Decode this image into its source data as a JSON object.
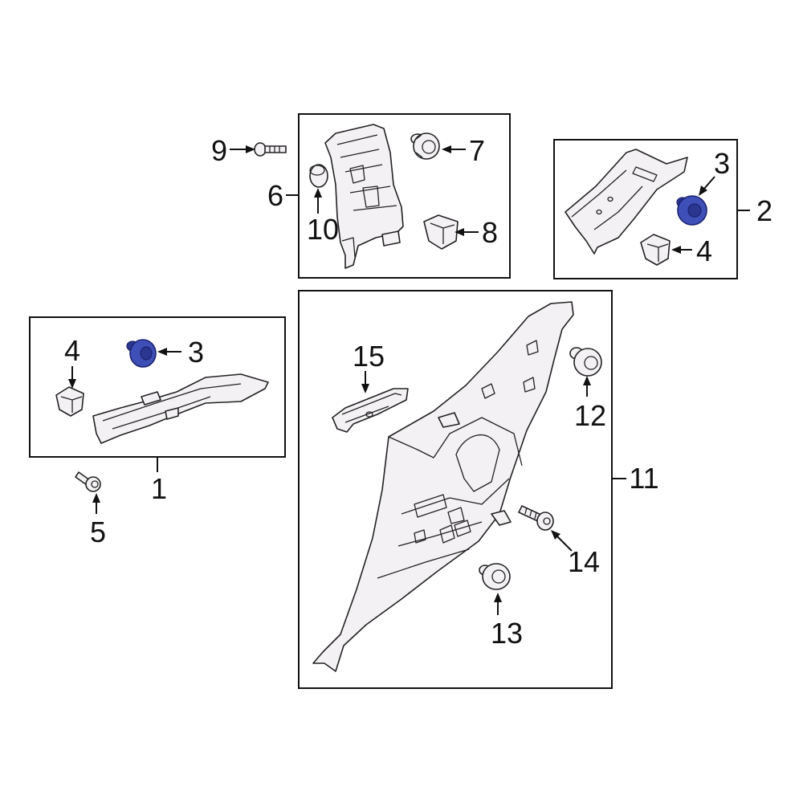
{
  "diagram": {
    "colors": {
      "line": "#111111",
      "part_fill": "#f4f1f5",
      "highlight": "#3f4fb8"
    },
    "callouts": {
      "c1": "1",
      "c2": "2",
      "c3a": "3",
      "c3b": "3",
      "c4a": "4",
      "c4b": "4",
      "c5": "5",
      "c6": "6",
      "c7": "7",
      "c8": "8",
      "c9": "9",
      "c10": "10",
      "c11": "11",
      "c12": "12",
      "c13": "13",
      "c14": "14",
      "c15": "15"
    },
    "highlighted_parts": [
      "3"
    ]
  }
}
